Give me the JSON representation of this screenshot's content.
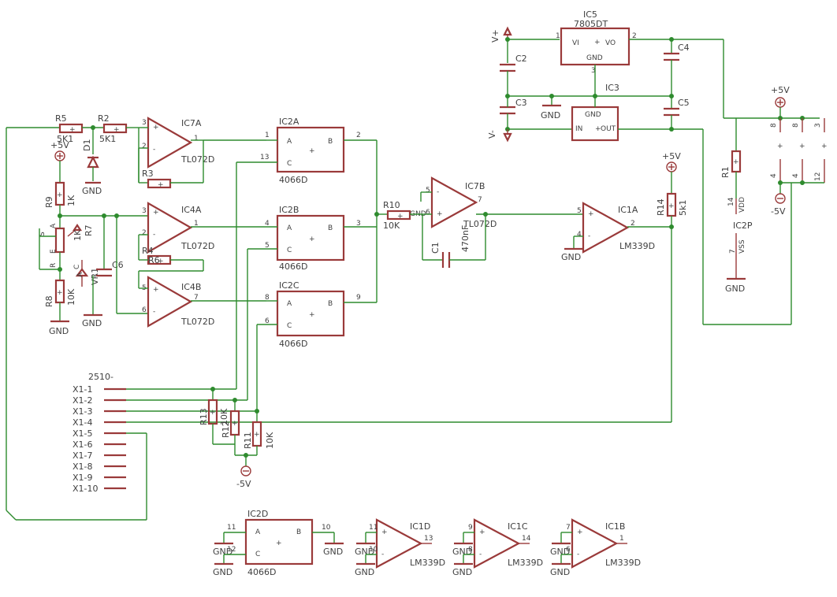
{
  "chart_data": null,
  "schematic": {
    "ic5": {
      "name": "IC5",
      "part": "7805DT",
      "vi": "VI",
      "vo": "VO",
      "gnd": "GND",
      "pin_in": "1",
      "pin_out": "2",
      "pin_gnd": "3"
    },
    "ic3": {
      "name": "IC3",
      "gnd": "GND",
      "in": "IN",
      "out": "OUT"
    },
    "rails": {
      "vplus": "V+",
      "vminus": "V-",
      "plus5": "+5V",
      "minus5": "-5V",
      "gnd": "GND"
    },
    "caps": {
      "c2": "C2",
      "c3": "C3",
      "c4": "C4",
      "c5": "C5",
      "c6": "C6",
      "c1": "C1",
      "c1_val": "470nF"
    },
    "resistors": {
      "r5": "R5",
      "r5v": "5K1",
      "r2": "R2",
      "r2v": "5K1",
      "r3": "R3",
      "r9": "R9",
      "r9v": "1K",
      "r7": "R7",
      "r7v": "1K",
      "r8": "R8",
      "r8v": "10K",
      "r4": "R4",
      "r6": "R6",
      "r10": "R10",
      "r10v": "10K",
      "r13": "R13",
      "r12": "R12",
      "r11": "R11",
      "r1x": "10K",
      "r11v": "10K",
      "r14": "R14",
      "r14v": "5k1",
      "r1": "R1"
    },
    "d1": "D1",
    "vr1": {
      "name": "VR1",
      "a": "A",
      "e": "E",
      "s": "S",
      "r": "R",
      "c": "C"
    },
    "opamps": {
      "ic7a": {
        "name": "IC7A",
        "part": "TL072D",
        "p3": "3",
        "p2": "2",
        "p1": "1"
      },
      "ic4a": {
        "name": "IC4A",
        "part": "TL072D",
        "p3": "3",
        "p2": "2",
        "p1": "1"
      },
      "ic4b": {
        "name": "IC4B",
        "part": "TL072D",
        "p5": "5",
        "p6": "6",
        "p7": "7"
      },
      "ic7b": {
        "name": "IC7B",
        "part": "TL072D",
        "p5": "5",
        "p6": "6",
        "p7": "7"
      },
      "ic1a": {
        "name": "IC1A",
        "part": "LM339D",
        "p5": "5",
        "p4": "4",
        "p2": "2"
      },
      "ic1d": {
        "name": "IC1D",
        "part": "LM339D",
        "p11": "11",
        "p10": "10",
        "p13": "13"
      },
      "ic1c": {
        "name": "IC1C",
        "part": "LM339D",
        "p9": "9",
        "p8": "8",
        "p14": "14"
      },
      "ic1b": {
        "name": "IC1B",
        "part": "LM339D",
        "p7": "7",
        "p6": "6",
        "p1": "1"
      }
    },
    "switches": {
      "ic2a": {
        "name": "IC2A",
        "part": "4066D",
        "a": "A",
        "b": "B",
        "c": "C",
        "pa": "1",
        "pb": "2",
        "pc": "13"
      },
      "ic2b": {
        "name": "IC2B",
        "part": "4066D",
        "a": "A",
        "b": "B",
        "c": "C",
        "pa": "4",
        "pb": "3",
        "pc": "5"
      },
      "ic2c": {
        "name": "IC2C",
        "part": "4066D",
        "a": "A",
        "b": "B",
        "c": "C",
        "pa": "8",
        "pb": "9",
        "pc": "6"
      },
      "ic2d": {
        "name": "IC2D",
        "part": "4066D",
        "a": "A",
        "b": "B",
        "c": "C",
        "pa": "11",
        "pb": "10",
        "pc": "12"
      }
    },
    "ic2p": {
      "name": "IC2P",
      "vdd": "VDD",
      "vss": "VSS",
      "p14": "14",
      "p7": "7"
    },
    "connector": {
      "name": "2510-",
      "pins": [
        "X1-1",
        "X1-2",
        "X1-3",
        "X1-4",
        "X1-5",
        "X1-6",
        "X1-7",
        "X1-8",
        "X1-9",
        "X1-10"
      ]
    },
    "supply_pins": {
      "a": "8",
      "b": "8",
      "c": "3",
      "d": "4",
      "e": "4",
      "f": "12"
    }
  }
}
